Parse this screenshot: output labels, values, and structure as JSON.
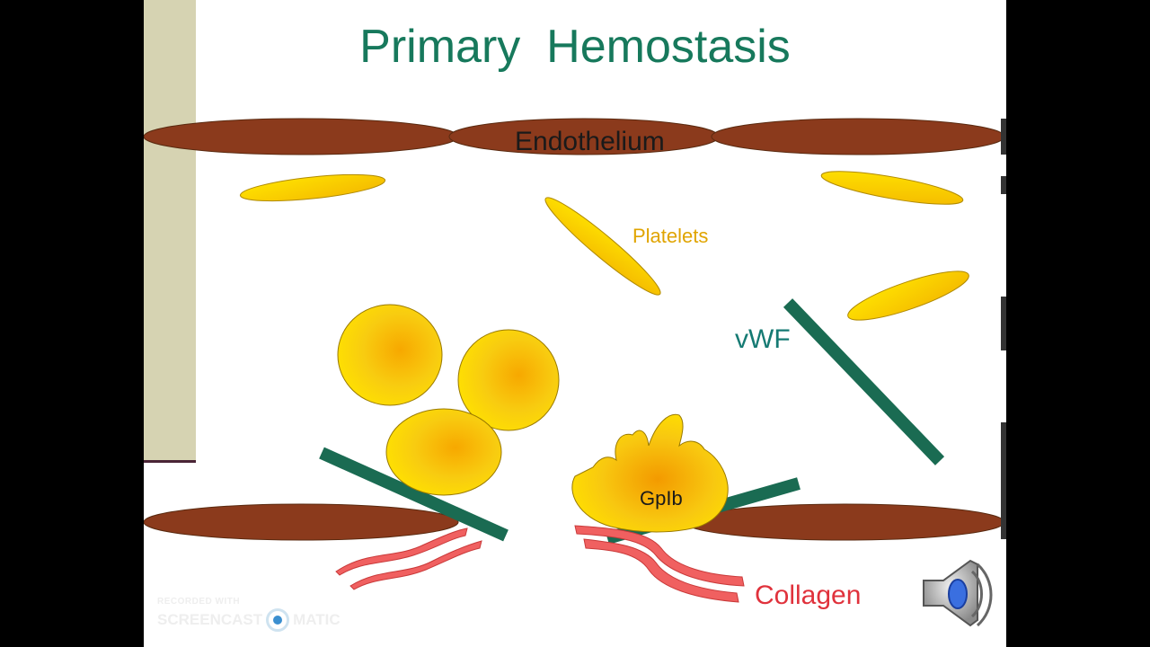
{
  "slide": {
    "title": "Primary  Hemostasis"
  },
  "labels": {
    "endothelium": "Endothelium",
    "platelets": "Platelets",
    "vwf": "vWF",
    "gpib": "GpIb",
    "collagen": "Collagen"
  },
  "watermark": {
    "recorded_with": "RECORDED WITH",
    "brand_left": "SCREENCAST",
    "brand_right": "MATIC"
  },
  "colors": {
    "title": "#17795c",
    "endothelium": "#8b3a1c",
    "platelet": "#f5c400",
    "vwf": "#1a6b52",
    "collagen": "#f06060",
    "platelets_label": "#e0a400",
    "vwf_label": "#157a73",
    "collagen_label": "#e0323c"
  },
  "icons": {
    "audio": "speaker-icon"
  }
}
